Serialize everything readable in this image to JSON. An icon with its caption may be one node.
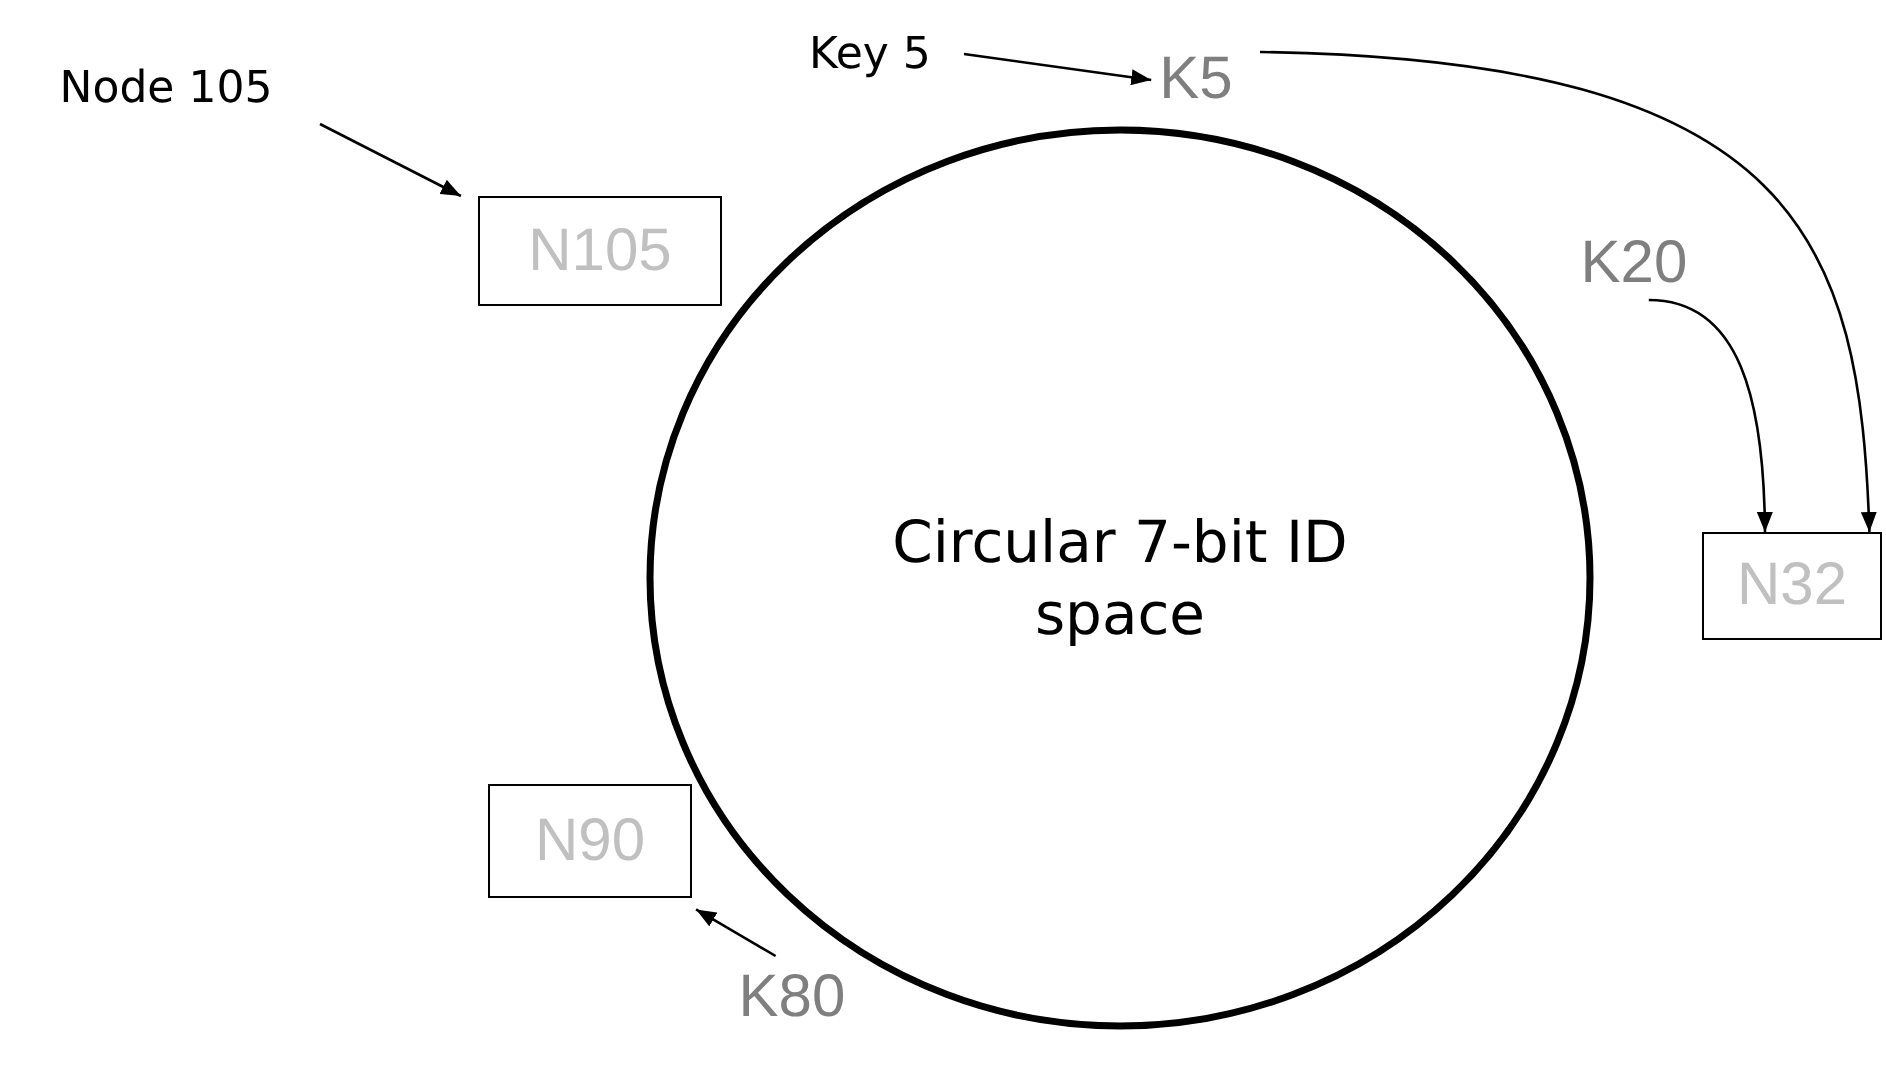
{
  "diagram": {
    "nodes": [
      {
        "text": [
          "Circular 7-bit ID space"
        ]
      },
      {
        "text": [
          "Node 105"
        ]
      },
      {
        "text": [
          "N105"
        ]
      },
      {
        "text": [
          "Key 5"
        ]
      },
      {
        "text": [
          "K5"
        ]
      },
      {
        "text": [
          "K20"
        ]
      },
      {
        "text": [
          "N32"
        ]
      },
      {
        "text": [
          "N90"
        ]
      },
      {
        "text": [
          "K80"
        ]
      }
    ],
    "edges": [
      {
        "from": 1,
        "to": 2,
        "arrow": "to"
      },
      {
        "from": 3,
        "to": 4,
        "arrow": "to"
      },
      {
        "from": 4,
        "to": 6,
        "arrow": "to"
      },
      {
        "from": 5,
        "to": 6,
        "arrow": "to"
      },
      {
        "from": 8,
        "to": 7,
        "arrow": "to"
      }
    ]
  }
}
